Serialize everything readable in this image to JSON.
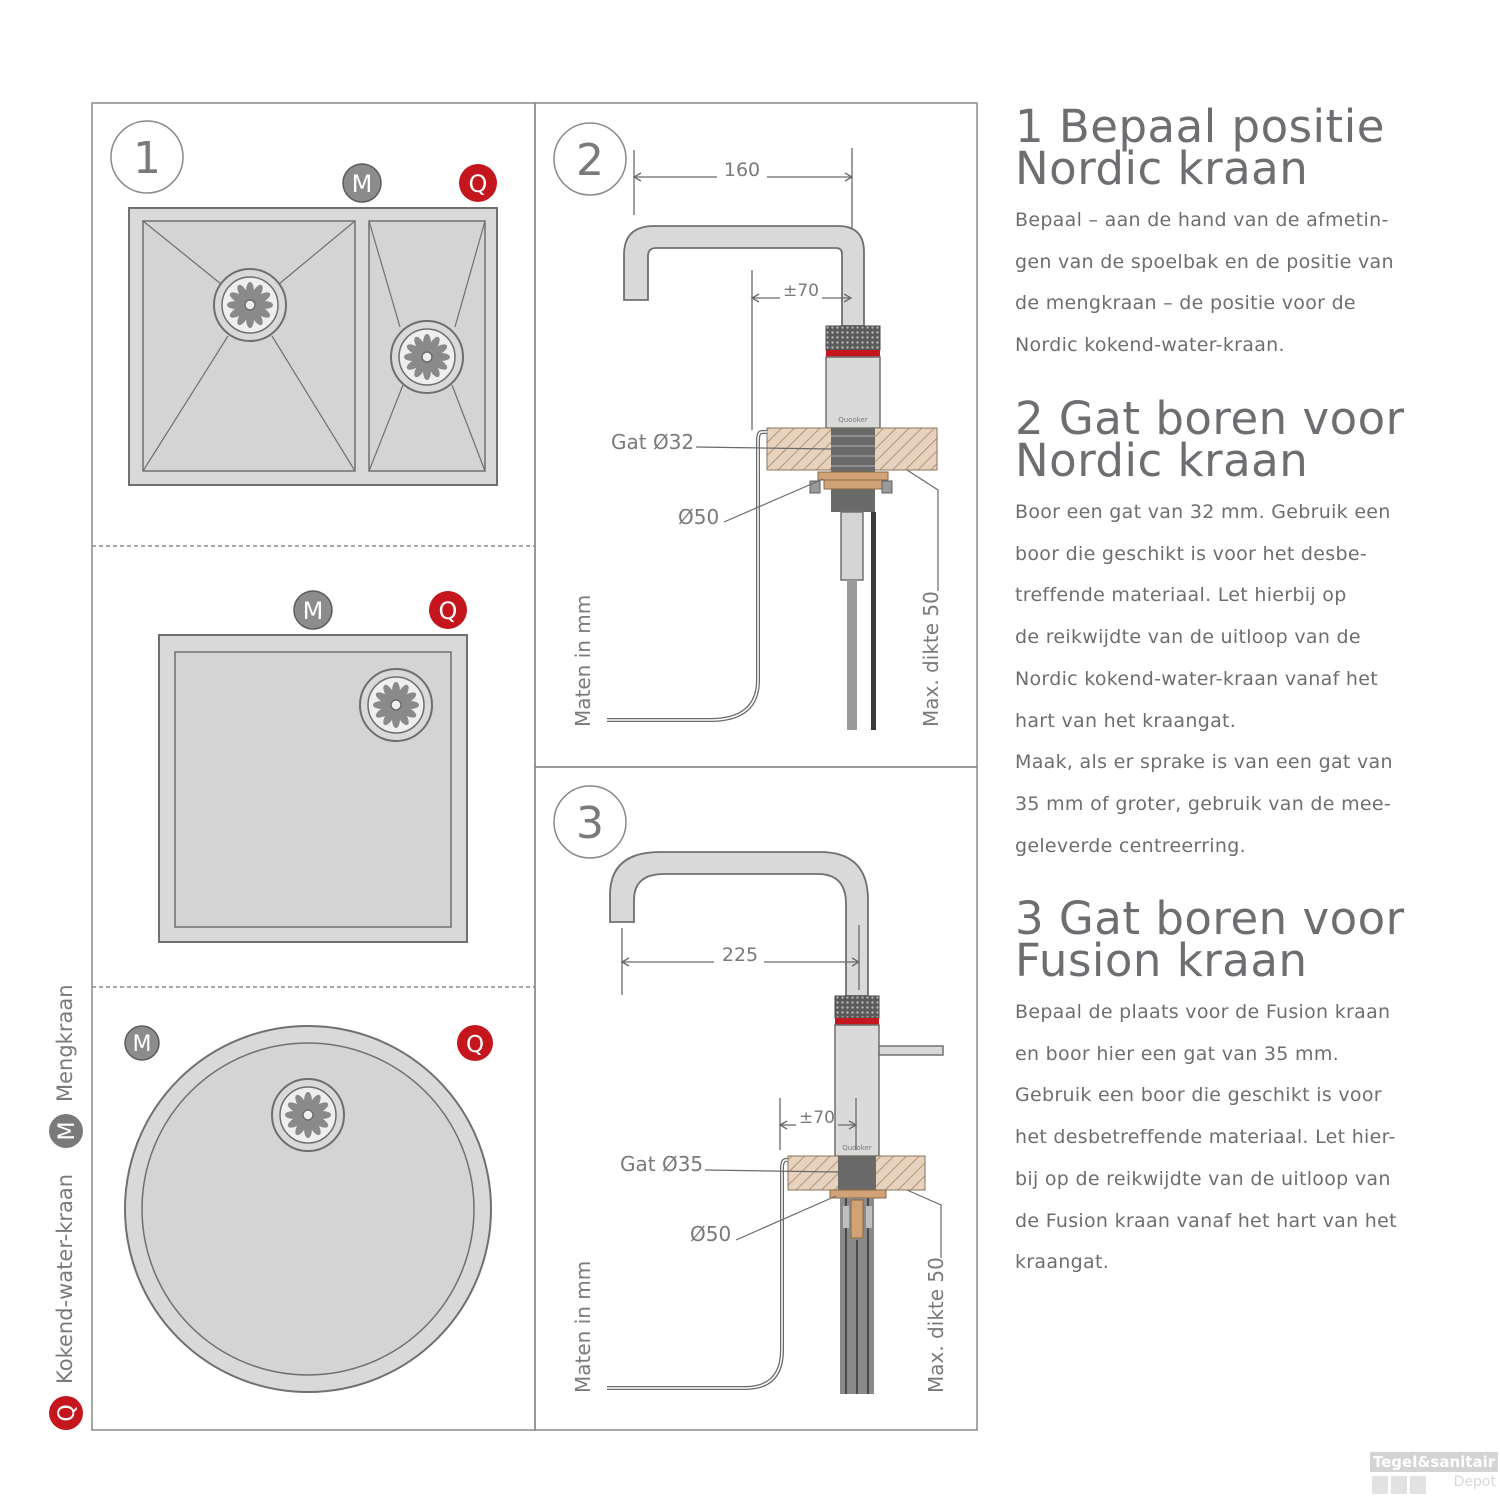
{
  "panels": {
    "panel1": {
      "number": "1"
    },
    "panel2": {
      "number": "2",
      "dim_spout": "160",
      "dim_offset": "±70",
      "label_hole": "Gat Ø32",
      "label_ring": "Ø50",
      "label_units": "Maten in mm",
      "label_thickness": "Max. dikte 50",
      "brand_text": "Quooker"
    },
    "panel3": {
      "number": "3",
      "dim_spout": "225",
      "dim_offset": "±70",
      "label_hole": "Gat Ø35",
      "label_ring": "Ø50",
      "label_units": "Maten in mm",
      "label_thickness": "Max. dikte 50",
      "brand_text": "Quooker"
    }
  },
  "markers": {
    "mixer": "M",
    "quooker": "Q"
  },
  "legend": {
    "quooker_label": "Kokend-water-kraan",
    "mixer_label": "Mengkraan"
  },
  "steps": [
    {
      "title": "1 Bepaal positie\nNordic kraan",
      "body": "Bepaal – aan de hand van de afmetin-\ngen van de spoelbak en de positie van\nde mengkraan – de positie voor de\nNordic kokend-water-kraan."
    },
    {
      "title": "2 Gat boren voor\nNordic kraan",
      "body": "Boor een gat van 32 mm. Gebruik een\nboor die geschikt is voor het desbe-\ntreffende materiaal. Let hierbij op\nde reikwijdte van de uitloop van de\nNordic kokend-water-kraan vanaf het\nhart van het kraangat.\nMaak, als er sprake is van een gat van\n35 mm of groter, gebruik van de mee-\ngeleverde centreerring."
    },
    {
      "title": "3 Gat boren voor\nFusion kraan",
      "body": "Bepaal de plaats voor de Fusion kraan\nen boor hier een gat van 35 mm.\nGebruik een boor die geschikt is voor\nhet desbetreffende materiaal. Let hier-\nbij op de reikwijdte van de uitloop van\nde Fusion kraan vanaf het hart van het\nkraangat."
    }
  ],
  "watermark": {
    "line1": "Tegel&sanitair",
    "line2": "Depot"
  },
  "colors": {
    "red": "#c4161c",
    "grey_marker": "#8c8c8c",
    "sink_fill": "#d9d9d9",
    "sink_stroke": "#707070",
    "text": "#6d6e71",
    "wood": "#c8a98a",
    "brass": "#d2a277"
  }
}
